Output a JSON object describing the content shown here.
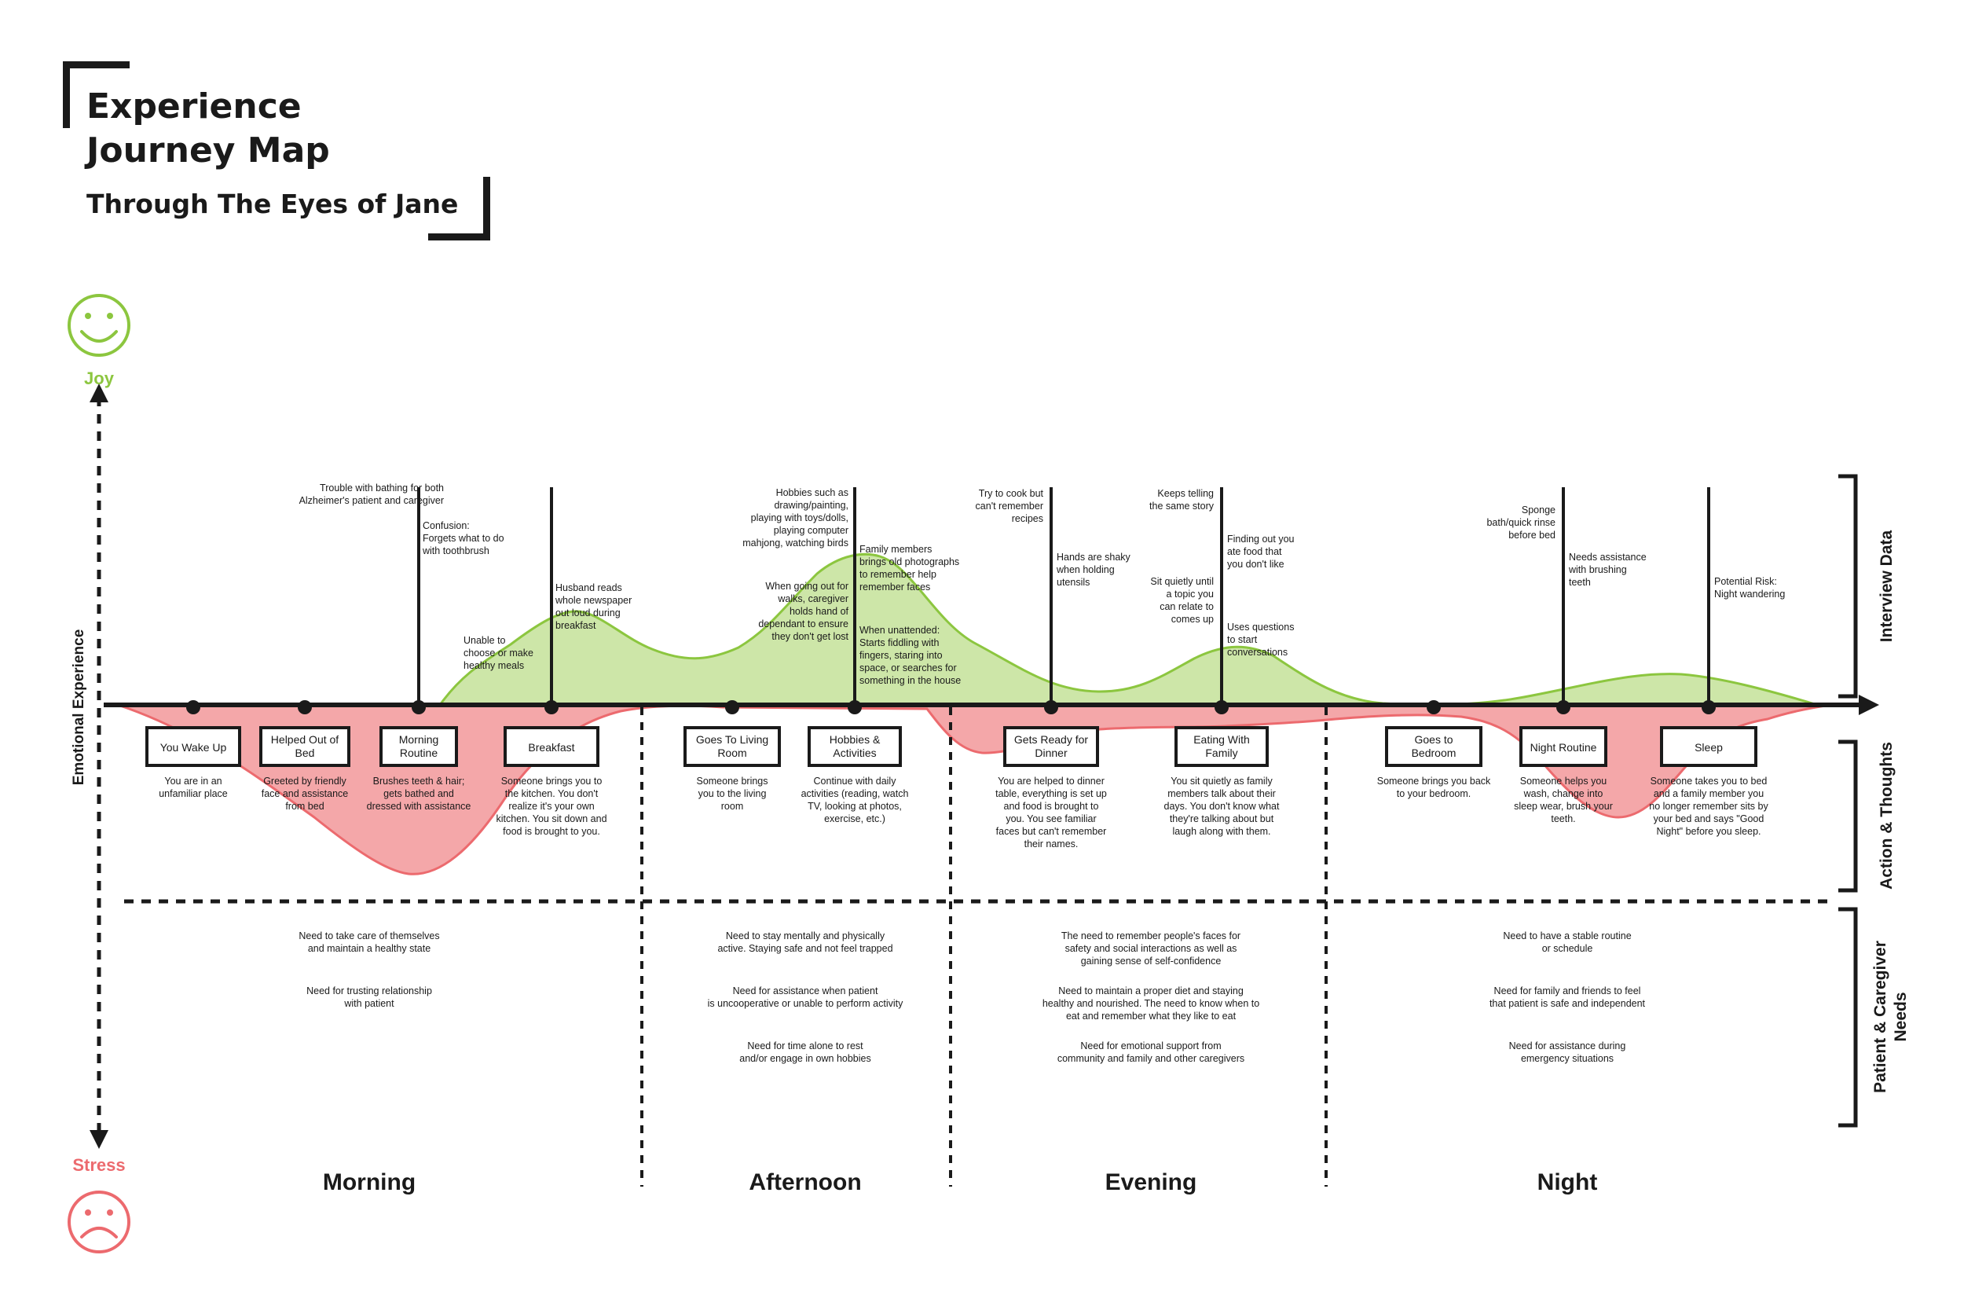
{
  "title": {
    "line1": "Experience",
    "line2": "Journey Map",
    "subtitle": "Through The Eyes of Jane"
  },
  "axis": {
    "label": "Emotional Experience",
    "top_label": "Joy",
    "bottom_label": "Stress",
    "top_icon": "smiley-face-icon",
    "bottom_icon": "sad-face-icon"
  },
  "colors": {
    "joy": "#8cc63f",
    "joy_fill": "#cde6a8",
    "stress": "#ec6a6e",
    "stress_fill": "#f4a7a9",
    "ink": "#1a1a1a"
  },
  "section_labels": [
    "Interview Data",
    "Action & Thoughts",
    "Patient & Caregiver Needs"
  ],
  "stages": [
    {
      "label": "Morning",
      "needs": [
        "Need to take care of themselves\nand maintain a healthy state",
        "Need for trusting relationship\nwith patient"
      ]
    },
    {
      "label": "Afternoon",
      "needs": [
        "Need to stay mentally and physically\nactive. Staying safe and not feel trapped",
        "Need for assistance when patient\nis uncooperative or unable to perform activity",
        "Need for time alone to rest\nand/or engage in own hobbies"
      ]
    },
    {
      "label": "Evening",
      "needs": [
        "The need to remember people's faces for\nsafety and social interactions as well as\ngaining sense of self-confidence",
        "Need to maintain a proper diet and staying\nhealthy and nourished. The need to know when to\neat and remember what they like to eat",
        "Need for emotional support from\ncommunity and family and other caregivers"
      ]
    },
    {
      "label": "Night",
      "needs": [
        "Need to have a stable routine\nor schedule",
        "Need for family and friends to feel\nthat patient is safe and independent",
        "Need for assistance during\nemergency situations"
      ]
    }
  ],
  "touchpoints": [
    {
      "label": "You Wake Up",
      "description": "You are in an\nunfamiliar place"
    },
    {
      "label": "Helped Out of\nBed",
      "description": "Greeted by friendly\nface and assistance\nfrom bed"
    },
    {
      "label": "Morning\nRoutine",
      "description": "Brushes teeth & hair;\ngets bathed and\ndressed with assistance"
    },
    {
      "label": "Breakfast",
      "description": "Someone brings you to\nthe kitchen. You don't\nrealize it's your own\nkitchen. You sit down and\nfood is brought to you."
    },
    {
      "label": "Goes To Living\nRoom",
      "description": "Someone brings\nyou to the living\nroom"
    },
    {
      "label": "Hobbies &\nActivities",
      "description": "Continue with daily\nactivities (reading, watch\nTV, looking at photos,\nexercise, etc.)"
    },
    {
      "label": "Gets Ready for\nDinner",
      "description": "You are helped to dinner\ntable, everything is set up\nand food is brought to\nyou. You see familiar\nfaces but can't remember\ntheir names."
    },
    {
      "label": "Eating With\nFamily",
      "description": "You sit quietly as family\nmembers talk about their\ndays. You don't know what\nthey're talking about but\nlaugh along with them."
    },
    {
      "label": "Goes to\nBedroom",
      "description": "Someone brings you back\nto your bedroom."
    },
    {
      "label": "Night Routine",
      "description": "Someone helps you\nwash, change into\nsleep wear, brush your\nteeth."
    },
    {
      "label": "Sleep",
      "description": "Someone takes you to bed\nand a family member you\nno longer remember sits by\nyour bed and says \"Good\nNight\" before you sleep."
    }
  ],
  "interview_notes": [
    "Trouble with bathing for both\nAlzheimer's patient and caregiver",
    "Confusion:\nForgets what to do\nwith toothbrush",
    "Unable to\nchoose or make\nhealthy meals",
    "Husband reads\nwhole newspaper\nout loud during\nbreakfast",
    "Hobbies such as\ndrawing/painting,\nplaying with toys/dolls,\nplaying computer\nmahjong, watching birds",
    "When going out for\nwalks, caregiver\nholds hand of\ndependant to ensure\nthey don't get lost",
    "Family members\nbrings old photographs\nto remember help\nremember faces",
    "When unattended:\nStarts fiddling with\nfingers, staring into\nspace, or searches for\nsomething in the house",
    "Try to cook but\ncan't remember\nrecipes",
    "Hands are shaky\nwhen holding\nutensils",
    "Keeps telling\nthe same story",
    "Sit quietly until\na topic you\ncan relate to\ncomes up",
    "Finding out you\nate food that\nyou don't like",
    "Uses questions\nto start\nconversations",
    "Sponge\nbath/quick rinse\nbefore bed",
    "Needs assistance\nwith brushing\nteeth",
    "Potential Risk:\nNight wandering"
  ]
}
